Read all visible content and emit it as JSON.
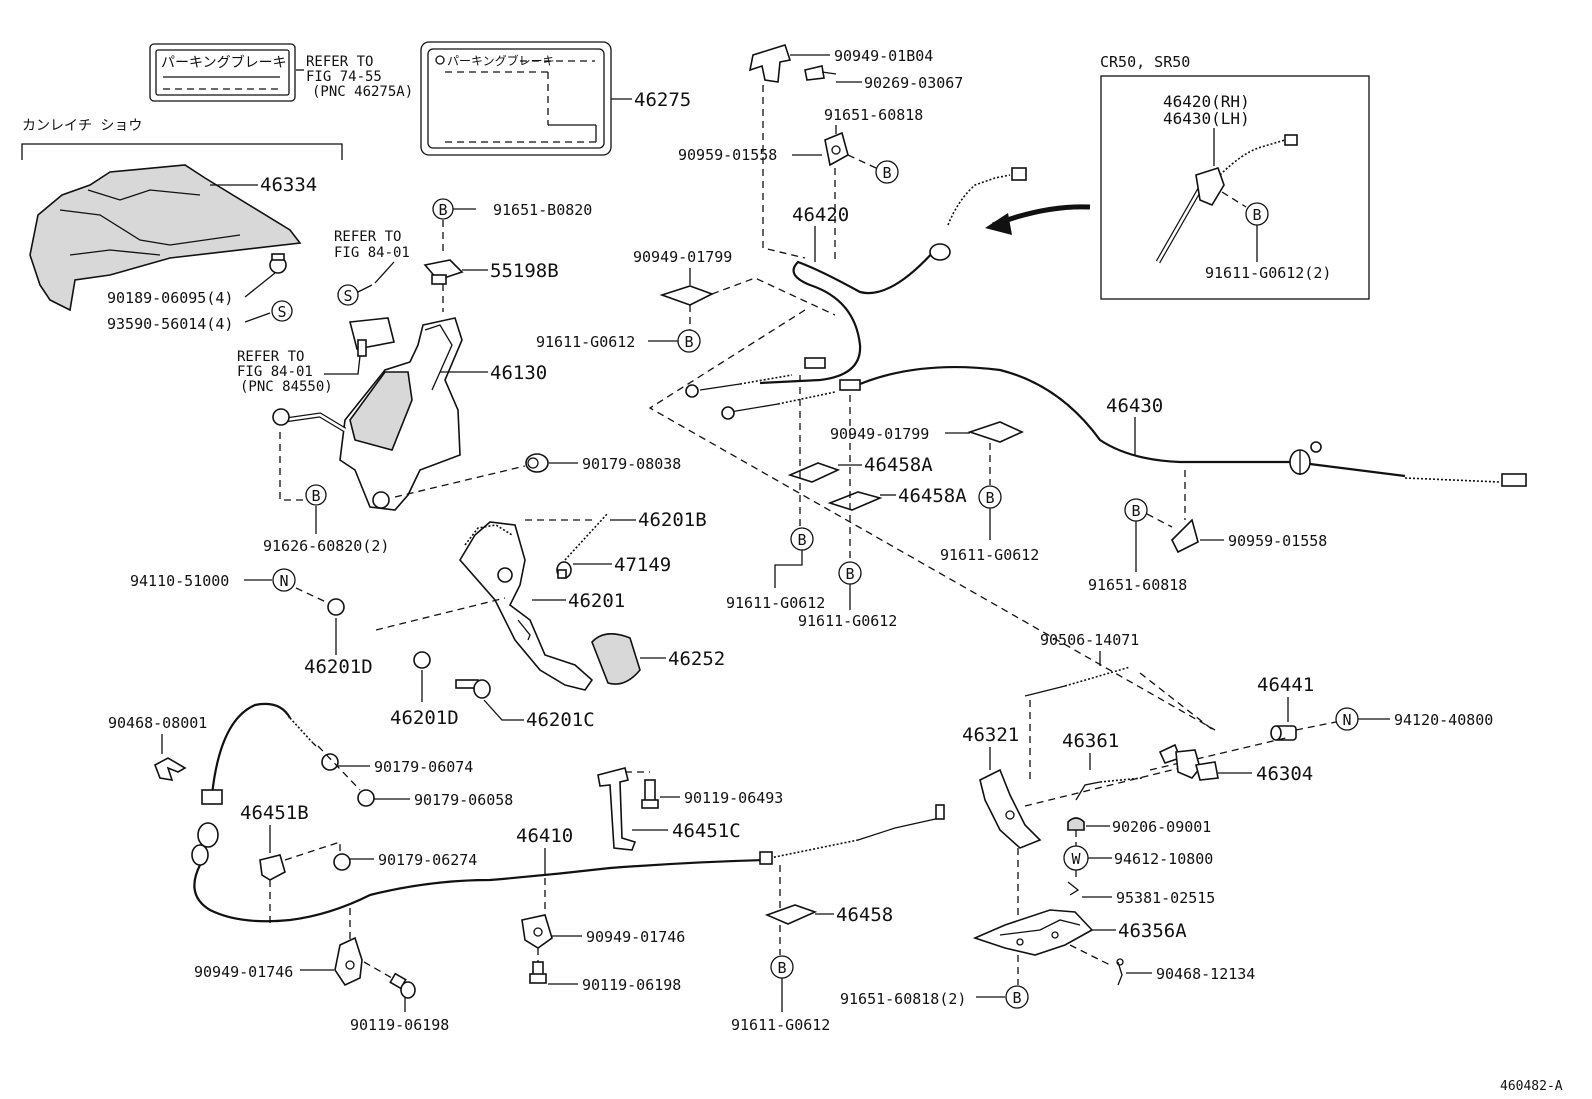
{
  "diagram_id": "460482-A",
  "box_labels": {
    "label_1_title": "パーキングブレーキ",
    "refer_74": [
      "REFER TO",
      "FIG 74-55",
      "(PNC 46275A)"
    ],
    "label_2_title": "パーキングブレーキ",
    "section_title": "カンレイチ ショウ",
    "refer_84_a": [
      "REFER TO",
      "FIG 84-01"
    ],
    "refer_84_b": [
      "REFER TO",
      "FIG 84-01",
      "(PNC 84550)"
    ],
    "inset_title": "CR50, SR50",
    "inset_rh": "46420(RH)",
    "inset_lh": "46430(LH)",
    "inset_bolt": "91611-G0612(2)"
  },
  "symbols": {
    "b": "B",
    "s": "S",
    "n": "N",
    "w": "W"
  },
  "part_numbers": {
    "p46275": "46275",
    "p46334": "46334",
    "p90189": "90189-06095(4)",
    "p93590": "93590-56014(4)",
    "p91651b": "91651-B0820",
    "p55198b": "55198B",
    "p46130": "46130",
    "p90179_08038": "90179-08038",
    "p91626": "91626-60820(2)",
    "p46201b": "46201B",
    "p47149": "47149",
    "p46201": "46201",
    "p94110": "94110-51000",
    "p46201d_a": "46201D",
    "p46201d_b": "46201D",
    "p46201c": "46201C",
    "p46252": "46252",
    "p90949_01b04": "90949-01B04",
    "p90269": "90269-03067",
    "p91651_60818_a": "91651-60818",
    "p90959_a": "90959-01558",
    "p46420": "46420",
    "p90949_01799_a": "90949-01799",
    "p91611_a": "91611-G0612",
    "p46430": "46430",
    "p90949_01799_b": "90949-01799",
    "p46458a_a": "46458A",
    "p46458a_b": "46458A",
    "p91611_b": "91611-G0612",
    "p91611_c": "91611-G0612",
    "p91611_d": "91611-G0612",
    "p90959_b": "90959-01558",
    "p91651_60818_b": "91651-60818",
    "p90506": "90506-14071",
    "p46441": "46441",
    "p94120": "94120-40800",
    "p46321": "46321",
    "p46361": "46361",
    "p46304": "46304",
    "p90206": "90206-09001",
    "p94612": "94612-10800",
    "p95381": "95381-02515",
    "p46356a": "46356A",
    "p90468_12134": "90468-12134",
    "p91651_60818_c": "91651-60818(2)",
    "p90468_08001": "90468-08001",
    "p90179_06074": "90179-06074",
    "p90179_06058": "90179-06058",
    "p46451b": "46451B",
    "p90179_06274": "90179-06274",
    "p46410": "46410",
    "p90119_06493": "90119-06493",
    "p46451c": "46451C",
    "p90949_01746_a": "90949-01746",
    "p90949_01746_b": "90949-01746",
    "p90119_06198_a": "90119-06198",
    "p90119_06198_b": "90119-06198",
    "p46458": "46458",
    "p91611_e": "91611-G0612"
  }
}
